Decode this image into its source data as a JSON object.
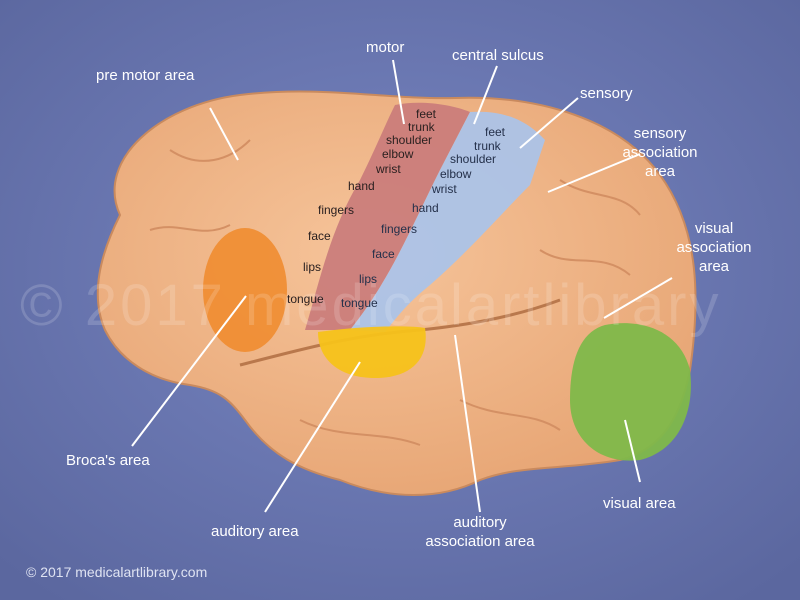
{
  "labels": {
    "pre_motor_area": "pre motor area",
    "motor": "motor",
    "central_sulcus": "central sulcus",
    "sensory": "sensory",
    "sensory_association": [
      "sensory",
      "association",
      "area"
    ],
    "visual_association": [
      "visual",
      "association",
      "area"
    ],
    "visual_area": "visual area",
    "auditory_association": [
      "auditory",
      "association area"
    ],
    "auditory_area": "auditory area",
    "brocas_area": "Broca's area"
  },
  "motor_strip": [
    "feet",
    "trunk",
    "shoulder",
    "elbow",
    "wrist",
    "hand",
    "fingers",
    "face",
    "lips",
    "tongue"
  ],
  "sensory_strip": [
    "feet",
    "trunk",
    "shoulder",
    "elbow",
    "wrist",
    "hand",
    "fingers",
    "face",
    "lips",
    "tongue"
  ],
  "watermark": "© 2017 medicalartlibrary",
  "copyright": "© 2017 medicalartlibrary.com",
  "colors": {
    "background": "#6b78b0",
    "brain": "#f2b98a",
    "motor": "#c97a7a",
    "sensory": "#a9c3ea",
    "broca": "#f08a2a",
    "auditory": "#f6c21a",
    "visual": "#7fb84a"
  }
}
